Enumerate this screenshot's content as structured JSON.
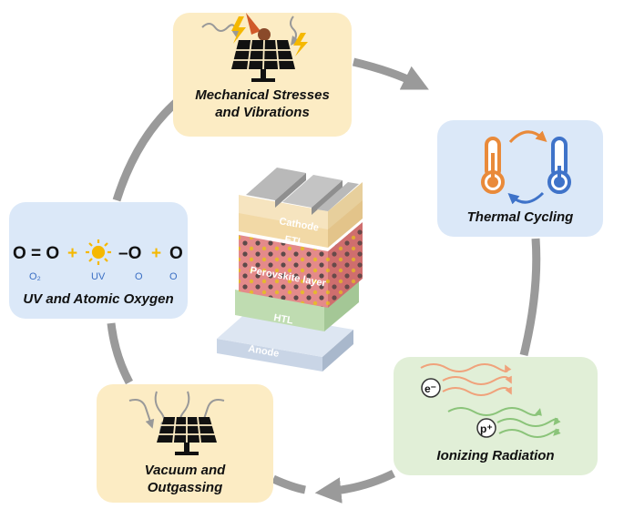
{
  "stressors": {
    "mechanical": {
      "line1": "Mechanical Stresses",
      "line2": "and Vibrations"
    },
    "thermal": {
      "label": "Thermal Cycling"
    },
    "uv": {
      "label": "UV and Atomic Oxygen",
      "equation": {
        "left": "O = O",
        "plus1": "+",
        "dash": "–O",
        "plus2": "+",
        "right": "O"
      },
      "sublabels": {
        "o2": "O₂",
        "uv": "UV",
        "o_a": "O",
        "o_b": "O"
      }
    },
    "ionizing": {
      "label": "Ionizing Radiation",
      "electron": "e⁻",
      "proton": "p⁺"
    },
    "vacuum": {
      "line1": "Vacuum and",
      "line2": "Outgassing"
    }
  },
  "device": {
    "layers": {
      "cathode": "Cathode",
      "etl": "ETL",
      "perovskite": "Perovskite layer",
      "htl": "HTL",
      "anode": "Anode"
    }
  },
  "colors": {
    "yellow_box": "#fcecc4",
    "blue_box": "#dbe8f8",
    "green_box": "#e1efd7",
    "cycle_arrow": "#9a9a9a",
    "hot": "#e98a3a",
    "cold": "#3f73c9",
    "lightning": "#f5b800",
    "sun": "#f5b800",
    "eq_blue": "#3b6fc4"
  },
  "icons": [
    "solar-panel-icon",
    "meteor-icon",
    "lightning-icon",
    "thermometer-hot-icon",
    "thermometer-cold-icon",
    "sun-icon",
    "wavy-arrow-icon"
  ]
}
